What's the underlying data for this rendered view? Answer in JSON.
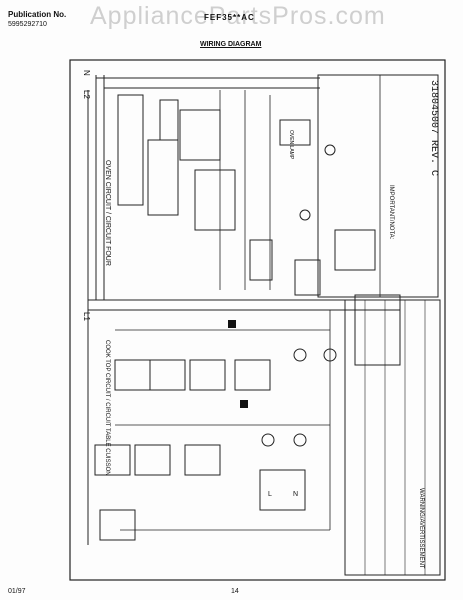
{
  "header": {
    "publication_label": "Publication No.",
    "publication_number": "5995292710",
    "model": "FEF35**AC",
    "title": "WIRING DIAGRAM"
  },
  "watermark": "AppliancePartsPros.com",
  "diagram": {
    "line_l2": "L2",
    "line_n": "N",
    "line_l1": "L1",
    "oven_circuit_label": "OVEN CIRCUIT / CIRCUIT FOUR",
    "cooktop_circuit_label": "COOK TOP CIRCUIT / CIRCUIT TABLE CUISSON",
    "revision": "318045007 REV. C",
    "important_heading": "IMPORTANT/NOTA:",
    "warning_heading": "WARNING/AVERTISSEMENT",
    "oven_lamp_label": "OVEN LAMP",
    "terminal_l": "L",
    "terminal_n": "N"
  },
  "footer": {
    "date": "01/97",
    "page": "14"
  }
}
